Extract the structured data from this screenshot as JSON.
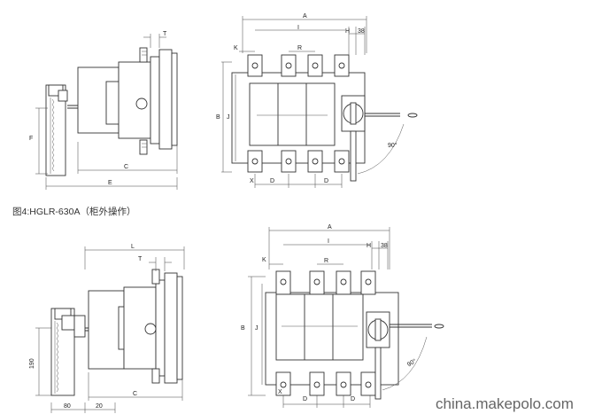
{
  "figure_caption": "图4:HGLR-630A（柜外操作）",
  "watermark": "china.makepolo.com",
  "top_diagram": {
    "side_view_labels": {
      "T": "T",
      "F": "F",
      "C": "C",
      "E": "E"
    },
    "front_view_labels": {
      "A": "A",
      "I": "I",
      "H": "H",
      "dim38": "38",
      "K": "K",
      "R": "R",
      "B": "B",
      "J": "J",
      "X": "X",
      "D1": "D",
      "D2": "D",
      "angle": "90°"
    }
  },
  "bottom_diagram": {
    "side_view_labels": {
      "L": "L",
      "T": "T",
      "dim190": "190",
      "C": "C",
      "dim80": "80",
      "dim20": "20"
    },
    "front_view_labels": {
      "A": "A",
      "I": "I",
      "H": "H",
      "dim38": "38",
      "K": "K",
      "R": "R",
      "B": "B",
      "J": "J",
      "X": "X",
      "D1": "D",
      "D2": "D",
      "angle": "90°"
    }
  }
}
